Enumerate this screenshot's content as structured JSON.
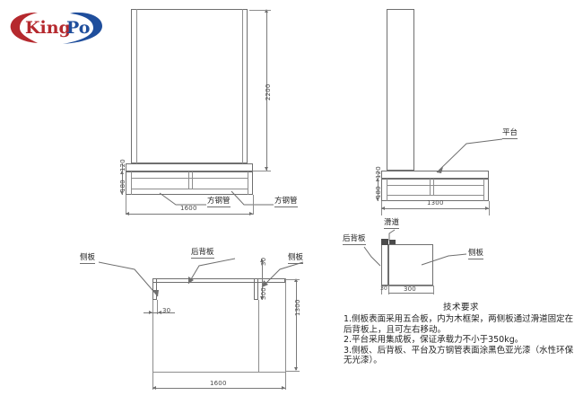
{
  "logo": {
    "name": "KingPo",
    "text_king": "King",
    "text_po": "Po",
    "color_red": "#B5292E",
    "color_blue": "#1F4E9C"
  },
  "views": {
    "front": {
      "name": "front-elevation",
      "dimensions": {
        "height_total": "2200",
        "top_band": "120",
        "base_band": "180",
        "width": "1600"
      },
      "callouts": [
        {
          "label": "方钢管"
        },
        {
          "label": "方钢管"
        }
      ]
    },
    "side": {
      "name": "side-elevation",
      "dimensions": {
        "top_band": "120",
        "base_band": "180",
        "depth": "1300"
      },
      "callouts": [
        {
          "label": "平台"
        }
      ]
    },
    "top": {
      "name": "top-plan",
      "dimensions": {
        "panel_thickness": "30",
        "notch_thickness": "30",
        "notch_depth": "300",
        "depth": "1300",
        "width": "1600"
      },
      "callouts": [
        {
          "label": "侧板"
        },
        {
          "label": "后背板"
        },
        {
          "label": "侧板"
        }
      ]
    },
    "detail": {
      "name": "slide-rail-detail",
      "dimensions": {
        "rail_width": "30",
        "panel_depth": "300"
      },
      "callouts": [
        {
          "label": "滑道"
        },
        {
          "label": "后背板"
        },
        {
          "label": "侧板"
        }
      ]
    }
  },
  "notes": {
    "title": "技术要求",
    "items": [
      "1.侧板表面采用五合板，内为木框架，两侧板通过滑道固定在后背板上，且可左右移动。",
      "2.平台采用集成板，保证承载力不小于350kg。",
      "3.侧板、后背板、平台及方钢管表面涂黑色亚光漆（水性环保无光漆）。"
    ]
  }
}
